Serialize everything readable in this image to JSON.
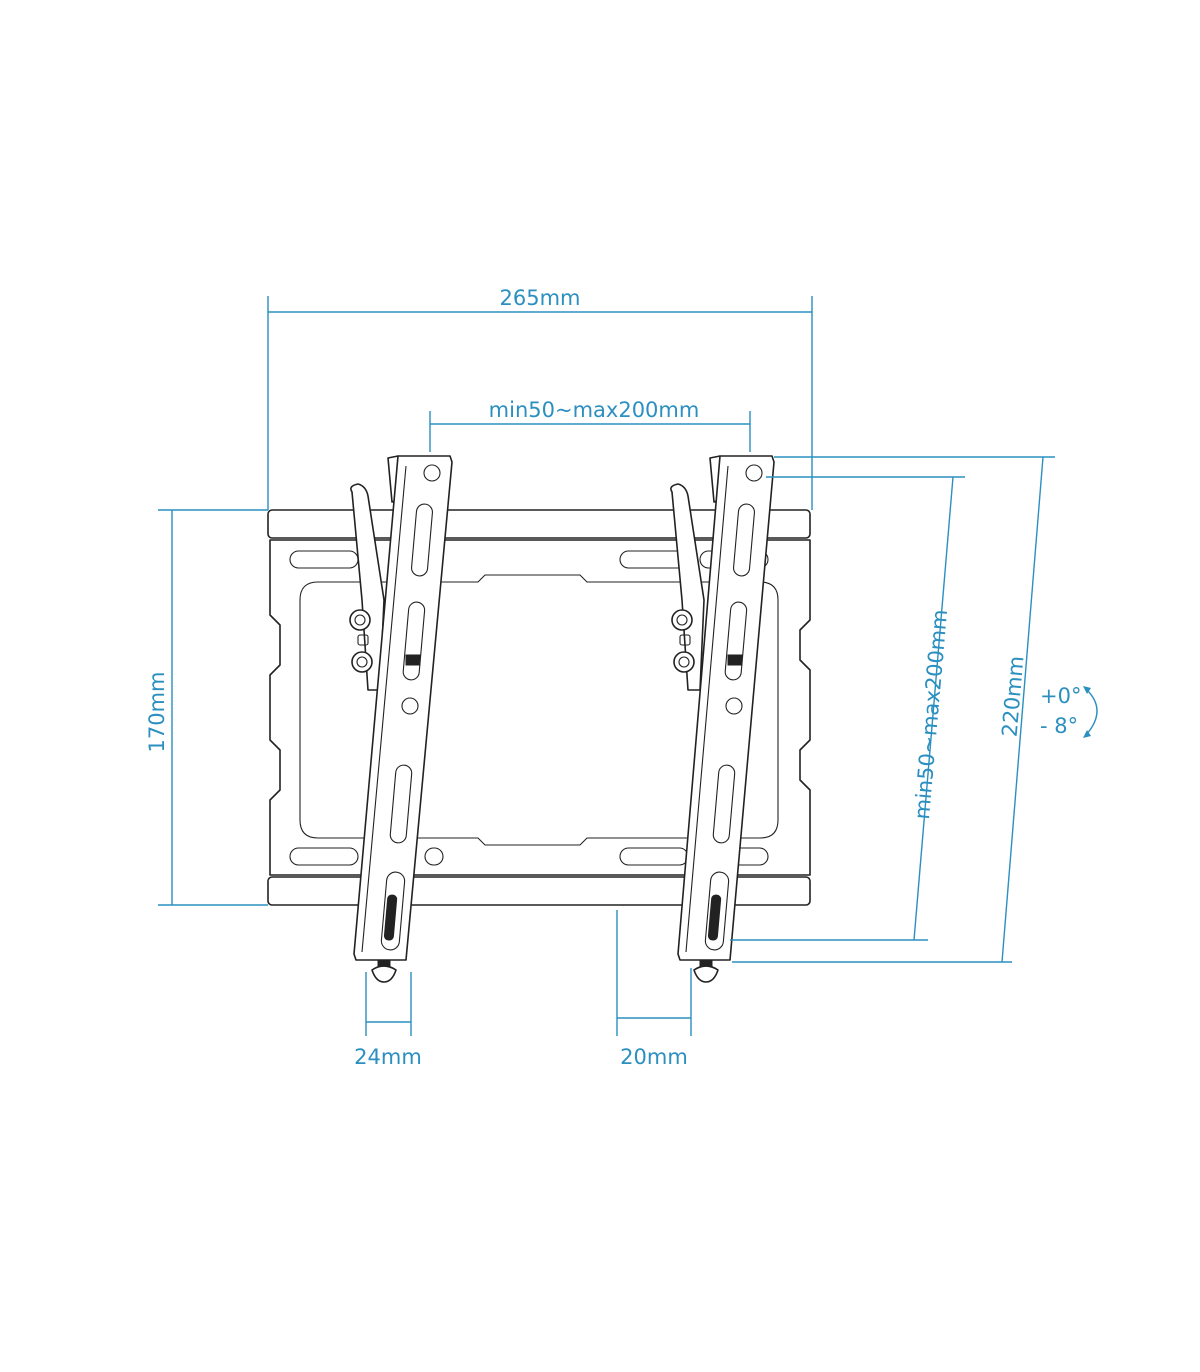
{
  "diagram": {
    "subject": "Tilting TV wall mount bracket",
    "accent_color": "#2b8fc0",
    "line_color": "#222222",
    "dimensions": {
      "overall_width": "265mm",
      "vesa_horizontal": "min50~max200mm",
      "plate_height": "170mm",
      "vesa_vertical": "min50~max200mm",
      "overall_height": "220mm",
      "arm_width": "24mm",
      "wall_distance": "20mm"
    },
    "tilt": {
      "upper": "+0°",
      "lower": "- 8°"
    }
  }
}
